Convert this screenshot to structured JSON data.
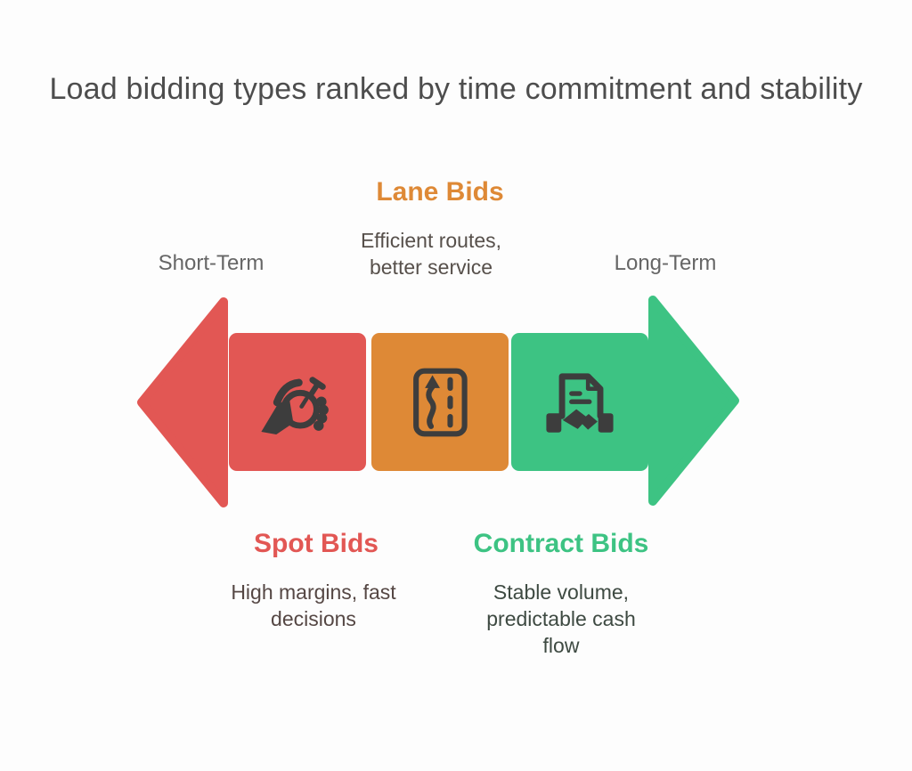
{
  "title": "Load bidding types ranked by time commitment and stability",
  "spectrum": {
    "left_label": "Short-Term",
    "right_label": "Long-Term"
  },
  "items": [
    {
      "name": "Spot Bids",
      "description": "High margins, fast decisions",
      "color": "#e25754",
      "description_text_color": "#554744",
      "icon": "hand-stopwatch-icon",
      "label_position": "below"
    },
    {
      "name": "Lane Bids",
      "description": "Efficient routes, better service",
      "color": "#de8936",
      "description_text_color": "#57504b",
      "icon": "route-lanes-icon",
      "label_position": "above"
    },
    {
      "name": "Contract Bids",
      "description": "Stable volume, predictable cash flow",
      "color": "#3dc383",
      "description_text_color": "#3e4a42",
      "icon": "contract-handshake-icon",
      "label_position": "below"
    }
  ],
  "colors": {
    "background": "#fdfdfd",
    "title_text": "#4d4d4d",
    "axis_text": "#666666",
    "icon_glyph": "#3d3d3d",
    "left_arrowhead": "#e25754",
    "right_arrowhead": "#3dc383"
  }
}
